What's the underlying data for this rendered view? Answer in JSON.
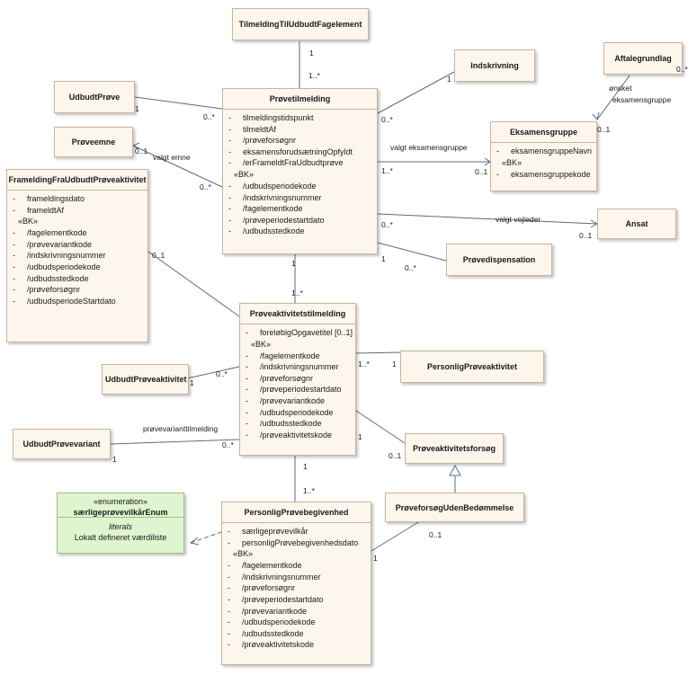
{
  "classes": {
    "tilmelding_til_fagelement": {
      "name": "TilmeldingTilUdbudtFagelement"
    },
    "indskrivning": {
      "name": "Indskrivning"
    },
    "aftalegrundlag": {
      "name": "Aftalegrundlag"
    },
    "udbudt_proeve": {
      "name": "UdbudtPrøve"
    },
    "proeveemne": {
      "name": "Prøveemne"
    },
    "ansat": {
      "name": "Ansat"
    },
    "proevedispensation": {
      "name": "Prøvedispensation"
    },
    "udbudt_proeveaktivitet": {
      "name": "UdbudtPrøveaktivitet"
    },
    "personlig_proeveaktivitet": {
      "name": "PersonligPrøveaktivitet"
    },
    "udbudt_proevevariant": {
      "name": "UdbudtPrøvevariant"
    },
    "proeveaktivitetsforsoeg": {
      "name": "Prøveaktivitetsforsøg"
    },
    "proeveforsoeg_uden": {
      "name": "PrøveforsøgUdenBedømmelse"
    },
    "proevetilmelding": {
      "name": "Prøvetilmelding",
      "attributes": [
        "tilmeldingstidspunkt",
        "tilmeldtAf",
        "/prøveforsøgnr",
        "eksamensforudsætningOpfyldt",
        "/erFrameldtFraUdbudtprøve"
      ],
      "stereotype": "«BK»",
      "keys": [
        "/udbudsperiodekode",
        "/indskrivningsnummer",
        "/fagelementkode",
        "/prøveperiodestartdato",
        "/udbudsstedkode"
      ]
    },
    "eksamensgruppe": {
      "name": "Eksamensgruppe",
      "attributes": [
        "eksamensgruppeNavn"
      ],
      "stereotype": "«BK»",
      "keys": [
        "eksamensgruppekode"
      ]
    },
    "framelding": {
      "name": "FrameldingFraUdbudtPrøveaktivitet",
      "attributes": [
        "frameldingsdato",
        "frameldtAf"
      ],
      "stereotype": "«BK»",
      "keys": [
        "/fagelementkode",
        "/prøvevariantkode",
        "/indskrivningsnummer",
        "/udbudsperiodekode",
        "/udbudsstedkode",
        "/prøveforsøgnr",
        "/udbudsperiodeStartdato"
      ]
    },
    "proeveaktivitetstilmelding": {
      "name": "Prøveaktivitetstilmelding",
      "attributes": [
        "foreløbigOpgavetitel [0..1]"
      ],
      "stereotype": "«BK»",
      "keys": [
        "/fagelementkode",
        "/indskrivningsnummer",
        "/prøveforsøgnr",
        "/prøveperiodestartdato",
        "/prøvevariantkode",
        "/udbudsperiodekode",
        "/udbudsstedkode",
        "/prøveaktivitetskode"
      ]
    },
    "personlig_proevebegivenhed": {
      "name": "PersonligPrøvebegivenhed",
      "attributes": [
        "særligeprøvevilkår",
        "personligPrøvebegivenhedsdato"
      ],
      "stereotype": "«BK»",
      "keys": [
        "/fagelementkode",
        "/indskrivningsnummer",
        "/prøveforsøgnr",
        "/prøveperiodestartdato",
        "/prøvevariantkode",
        "/udbudsperiodekode",
        "/udbudsstedkode",
        "/prøveaktivitetskode"
      ]
    },
    "enum": {
      "stereotype": "«enumeration»",
      "name": "særligeprøvevilkårEnum",
      "section": "literals",
      "literal": "Lokalt defineret værdiliste"
    }
  },
  "labels": {
    "m_tilm_top": "1",
    "m_tilm_bottom": "1..*",
    "m_indskr_a": "1",
    "m_indskr_b": "0..*",
    "m_aftale_a": "0..*",
    "m_aftale_b": "0..1",
    "role_oensket": "ønsket",
    "role_oensket2": "eksamensgruppe",
    "m_udbudt_a": "1",
    "m_udbudt_b": "0..*",
    "m_emne_a": "0..1",
    "m_emne_b": "0..*",
    "role_valgt_emne": "valgt emne",
    "role_valgt_eksamensgruppe": "valgt eksamensgruppe",
    "m_eks_a": "1..*",
    "m_eks_b": "0..1",
    "role_valgt_vejleder": "valgt vejleder",
    "m_ansat_a": "0..*",
    "m_ansat_b": "0..1",
    "m_disp_a": "1",
    "m_disp_b": "0..*",
    "m_pt_pat_a": "1",
    "m_pt_pat_b": "1..*",
    "m_fram_a": "0..1",
    "m_upa_a": "1",
    "m_upa_b": "0..*",
    "m_ppa_a": "1..*",
    "m_ppa_b": "1",
    "role_proevevarianttilmelding": "prøvevarianttilmelding",
    "m_upv_a": "1",
    "m_upv_b": "0..*",
    "m_forsoeg_a": "1",
    "m_forsoeg_b": "0..1",
    "m_ppb_a": "1",
    "m_ppb_b": "1..*",
    "m_uden_a": "1",
    "m_uden_b": "0..1"
  }
}
